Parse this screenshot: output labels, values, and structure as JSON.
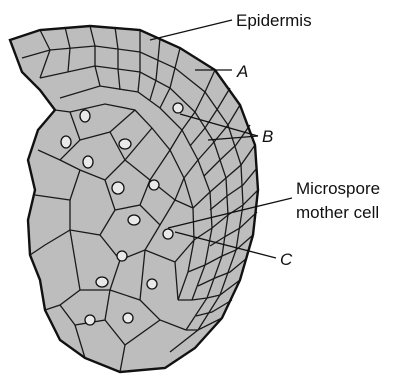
{
  "labels": {
    "epidermis": "Epidermis",
    "a": "A",
    "b": "B",
    "microspore_line1": "Microspore",
    "microspore_line2": "mother cell",
    "c": "C"
  },
  "colors": {
    "cell_fill": "#bdbdbd",
    "outline": "#111111",
    "nucleus_fill": "#e9e9e9"
  }
}
